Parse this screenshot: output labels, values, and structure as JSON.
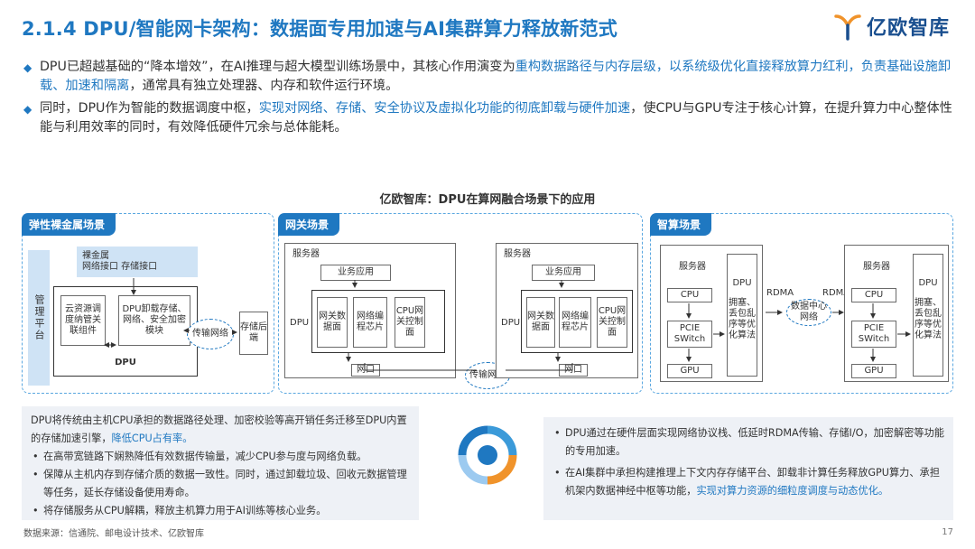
{
  "header": {
    "title": "2.1.4 DPU/智能网卡架构：数据面专用加速与AI集群算力释放新范式",
    "logo_text": "亿欧智库"
  },
  "bullets": [
    {
      "p1": "DPU已超越基础的“降本增效”，在AI推理与超大模型训练场景中，其核心作用演变为",
      "hl": "重构数据路径与内存层级，以系统级优化直接释放算力红利，负责基础设施卸载、加速和隔离",
      "p2": "，通常具有独立处理器、内存和软件运行环境。"
    },
    {
      "p1": "同时，DPU作为智能的数据调度中枢，",
      "hl": "实现对网络、存储、安全协议及虚拟化功能的彻底卸载与硬件加速",
      "p2": "，使CPU与GPU专注于核心计算，在提升算力中心整体性能与利用效率的同时，有效降低硬件冗余与总体能耗。"
    }
  ],
  "figure": {
    "title": "亿欧智库：DPU在算网融合场景下的应用",
    "panel1": {
      "tag": "弹性裸金属场景",
      "bare_metal": "裸金属",
      "ports": "网络接口 存储接口",
      "mgmt": "管理平台",
      "cloud_gw": "云资源调度纳管关联组件",
      "dpu_mod": "DPU卸载存储、网络、安全加密模块",
      "dpu": "DPU",
      "transport": "传输网络",
      "storage": "存储后端"
    },
    "panel2": {
      "tag": "网关场景",
      "server": "服务器",
      "app": "业务应用",
      "dpu": "DPU",
      "gw_data": "网关数据面",
      "net_chip": "网络编程芯片",
      "cpu_ctrl": "CPU网关控制面",
      "port": "网口",
      "transport": "传输网络"
    },
    "panel3": {
      "tag": "智算场景",
      "server": "服务器",
      "cpu": "CPU",
      "pcie": "PCIE SWitch",
      "gpu": "GPU",
      "dpu": "DPU",
      "dpu_desc": "拥塞、丢包乱序等优化算法",
      "rdma": "RDMA",
      "dc_net": "数据中心网络"
    }
  },
  "bottom_left": {
    "intro": "DPU将传统由主机CPU承担的数据路径处理、加密校验等高开销任务迁移至DPU内置的存储加速引擎，",
    "intro_hl": "降低CPU占有率。",
    "items": [
      "在高带宽链路下娴熟降低有效数据传输量，减少CPU参与度与网络负载。",
      "保障从主机内存到存储介质的数据一致性。同时，通过卸载垃圾、回收元数据管理等任务，延长存储设备使用寿命。",
      "将存储服务从CPU解耦，释放主机算力用于AI训练等核心业务。"
    ]
  },
  "bottom_right": {
    "item1": "DPU通过在硬件层面实现网络协议栈、低延时RDMA传输、存储I/O，加密解密等功能的专用加速。",
    "item2_p1": "在AI集群中承担构建推理上下文内存存储平台、卸载非计算任务释放GPU算力、承担机架内数据神经中枢等功能，",
    "item2_hl": "实现对算力资源的细粒度调度与动态优化。"
  },
  "footer": {
    "source": "数据来源：信通院、邮电设计技术、亿欧智库",
    "page": "17"
  },
  "colors": {
    "brand": "#1f78c1",
    "panel_fill": "#cfe3f5",
    "box_bg": "#eef1f6",
    "orange": "#f0932b"
  }
}
